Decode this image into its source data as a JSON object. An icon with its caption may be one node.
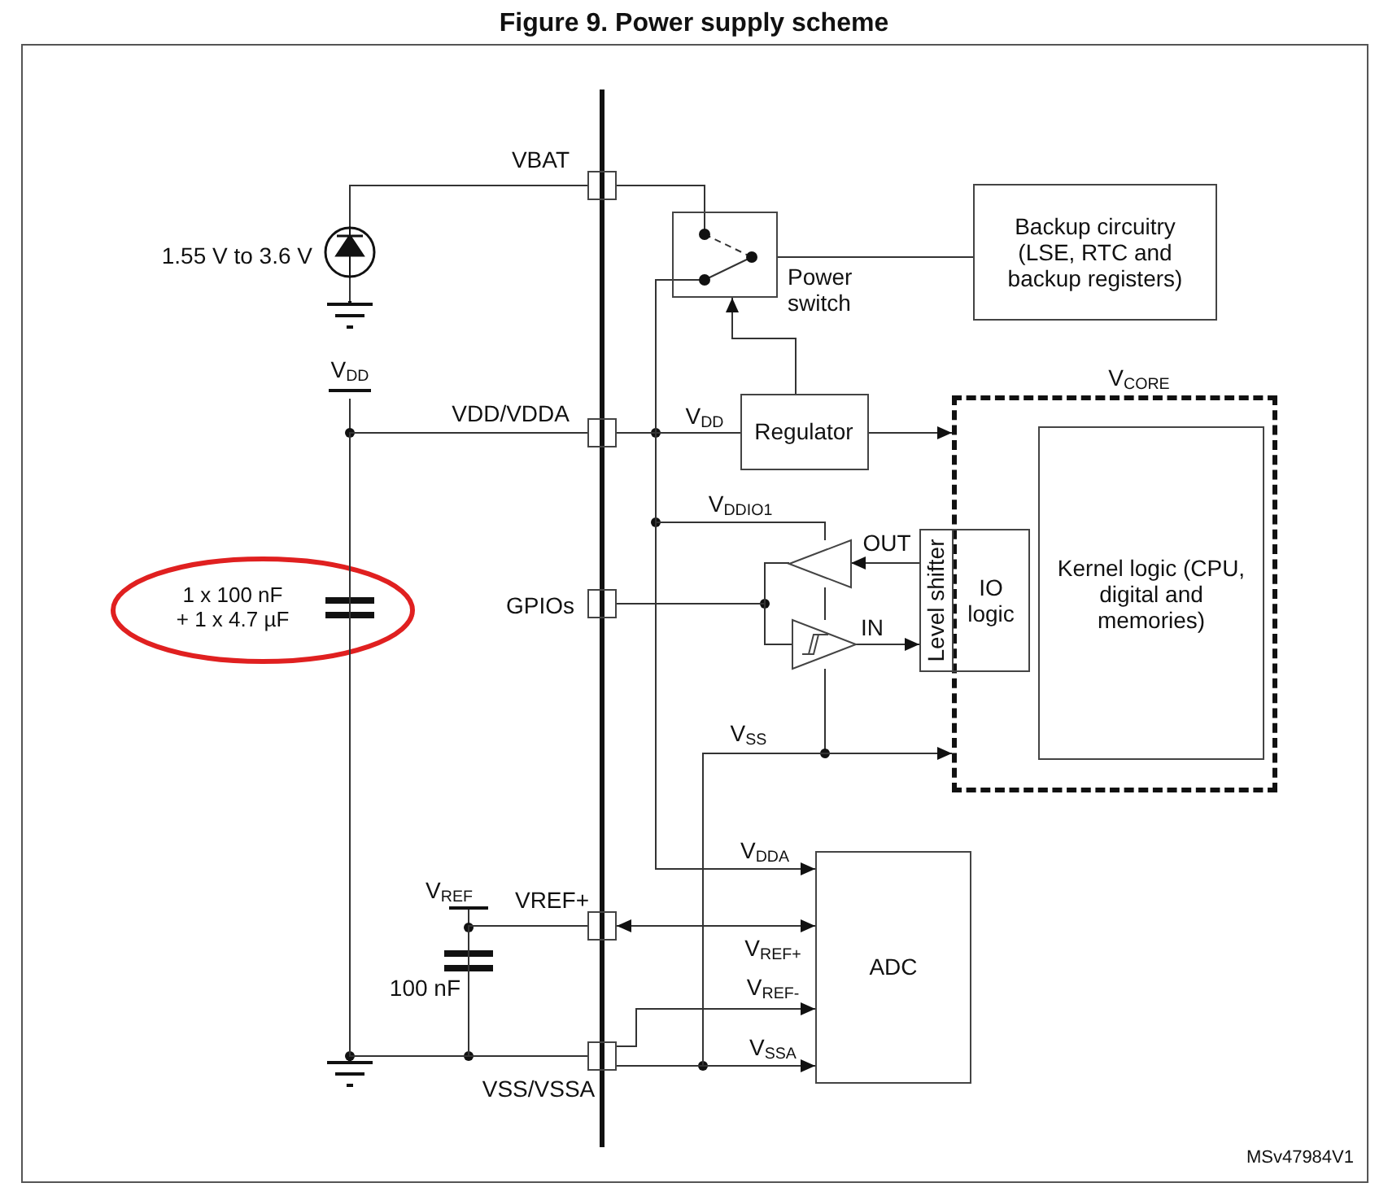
{
  "diagram": {
    "title": "Figure 9. Power supply scheme",
    "nodes": [
      {
        "text": [
          "VBAT"
        ]
      },
      {
        "text": [],
        "shape": "circle",
        "beside": [
          "1.55 V to 3.6 V"
        ]
      },
      {
        "text": [
          "Power switch"
        ]
      },
      {
        "text": [
          "Backup circuitry (LSE, RTC and backup registers)"
        ]
      },
      {
        "text": [
          "VDD/VDDA"
        ]
      },
      {
        "text": [
          "Regulator"
        ]
      },
      {
        "text": [
          "V$_{CORE}$"
        ]
      },
      {
        "text": [
          "Kernel logic (CPU, digital and memories)"
        ],
        "in": 6
      },
      {
        "text": [],
        "shape": "triangle"
      },
      {
        "text": [
          "GPIOs"
        ]
      },
      {
        "text": [
          "Level shifter"
        ]
      },
      {
        "text": [
          "IO logic"
        ],
        "in": 6
      },
      {
        "text": [],
        "shape": "triangle"
      },
      {
        "text": [
          "VREF+"
        ]
      },
      {
        "text": [
          "ADC"
        ]
      },
      {
        "text": [
          "VSS/VSSA"
        ]
      }
    ],
    "edges": [
      {
        "from": 0,
        "to": 2,
        "arrow": "none"
      },
      {
        "from": 0,
        "to": 1,
        "arrow": "none"
      },
      {
        "from": 2,
        "to": 3,
        "arrow": "none"
      },
      {
        "from": 4,
        "to": 5,
        "arrow": "none",
        "label": "V$_{DD}$"
      },
      {
        "from": 4,
        "to": 2,
        "arrow": "none"
      },
      {
        "from": 5,
        "to": 2,
        "arrow": "to"
      },
      {
        "from": 5,
        "to": 6,
        "arrow": "to"
      },
      {
        "from": 4,
        "to": 8,
        "arrow": "none",
        "label": "V$_{DDIO1}$"
      },
      {
        "from": 9,
        "to": 8,
        "arrow": "none"
      },
      {
        "from": 9,
        "to": 12,
        "arrow": "none"
      },
      {
        "from": 10,
        "to": 8,
        "arrow": "to",
        "label": "OUT"
      },
      {
        "from": 12,
        "to": 10,
        "arrow": "to",
        "label": "IN"
      },
      {
        "from": 15,
        "to": 6,
        "arrow": "to",
        "label": "V$_{SS}$"
      },
      {
        "from": 4,
        "to": 14,
        "arrow": "to",
        "label": "V$_{DDA}$"
      },
      {
        "from": 13,
        "to": 14,
        "arrow": "both",
        "label": "V$_{REF+}$"
      },
      {
        "from": 15,
        "to": 14,
        "arrow": "to",
        "label": "V$_{REF-}$"
      },
      {
        "from": 15,
        "to": 14,
        "arrow": "to",
        "label": "V$_{SSA}$"
      },
      {
        "from": 4,
        "to": 15,
        "arrow": "none"
      },
      {
        "from": 13,
        "to": 15,
        "arrow": "none"
      }
    ],
    "labels": [
      "V$_{DD}$",
      "1 x 100 nF + 1 x 4.7 µF",
      "V$_{REF}$",
      "100 nF",
      "MSv47984V1"
    ]
  }
}
